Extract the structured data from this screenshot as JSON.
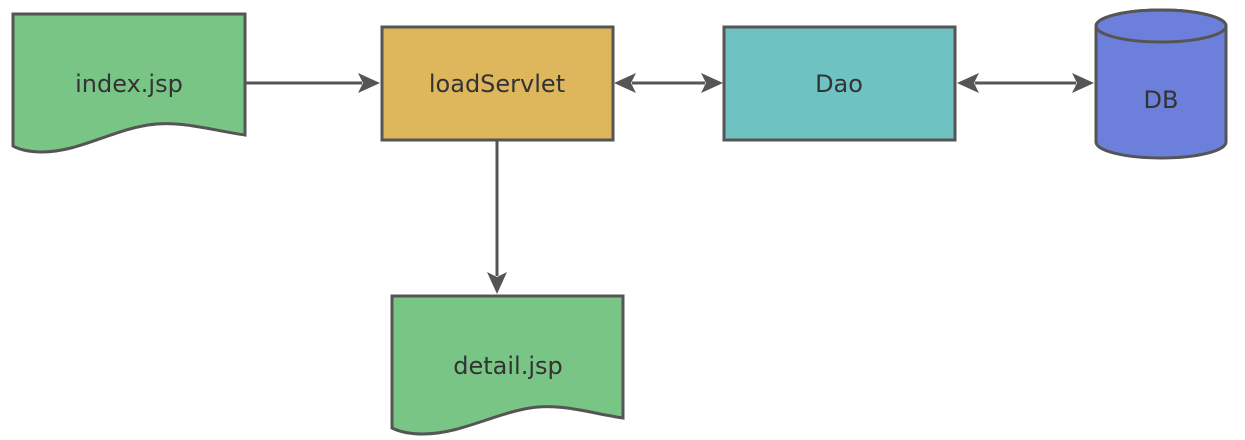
{
  "colors": {
    "page_background": "#ffffff",
    "stroke": "#555555",
    "text": "#333333",
    "jsp_fill": "#79C585",
    "servlet_fill": "#DEB75C",
    "dao_fill": "#6EC3C2",
    "db_fill": "#6C7FDB"
  },
  "nodes": {
    "index_jsp": {
      "label": "index.jsp",
      "shape": "document"
    },
    "load_servlet": {
      "label": "loadServlet",
      "shape": "rectangle"
    },
    "dao": {
      "label": "Dao",
      "shape": "rectangle"
    },
    "db": {
      "label": "DB",
      "shape": "cylinder"
    },
    "detail_jsp": {
      "label": "detail.jsp",
      "shape": "document"
    }
  },
  "edges": [
    {
      "from": "index.jsp",
      "to": "loadServlet",
      "direction": "one-way"
    },
    {
      "from": "loadServlet",
      "to": "Dao",
      "direction": "two-way"
    },
    {
      "from": "Dao",
      "to": "DB",
      "direction": "two-way"
    },
    {
      "from": "loadServlet",
      "to": "detail.jsp",
      "direction": "one-way"
    }
  ]
}
